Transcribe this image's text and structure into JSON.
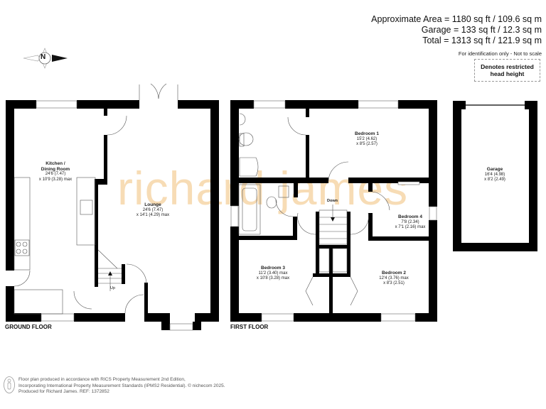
{
  "header": {
    "approx_area": "Approximate Area = 1180 sq ft / 109.6 sq m",
    "garage_area": "Garage = 133 sq ft / 12.3 sq m",
    "total_area": "Total = 1313 sq ft / 121.9 sq m",
    "note": "For identification only - Not to scale"
  },
  "legend": {
    "line1": "Denotes restricted",
    "line2": "head height"
  },
  "compass": {
    "label": "N",
    "icon": "compass-north-icon"
  },
  "watermark": "richard james",
  "ground_floor": {
    "label": "GROUND FLOOR",
    "rooms": [
      {
        "name": "Kitchen /",
        "name2": "Dining Room",
        "dim1": "24'6 (7.47)",
        "dim2": "x 10'9 (3.28) max"
      },
      {
        "name": "Lounge",
        "dim1": "24'6 (7.47)",
        "dim2": "x 14'1 (4.29) max"
      }
    ],
    "stairs_label": "Up"
  },
  "first_floor": {
    "label": "FIRST FLOOR",
    "rooms": [
      {
        "name": "Bedroom 1",
        "dim1": "15'2 (4.62)",
        "dim2": "x 8'5 (2.57)"
      },
      {
        "name": "Bedroom 4",
        "dim1": "7'8 (2.34)",
        "dim2": "x 7'1 (2.16) max"
      },
      {
        "name": "Bedroom 3",
        "dim1": "11'2 (3.40) max",
        "dim2": "x 10'8 (3.28) max"
      },
      {
        "name": "Bedroom 2",
        "dim1": "12'4 (3.76) max",
        "dim2": "x 8'3 (2.51)"
      }
    ],
    "stairs_label": "Down"
  },
  "garage": {
    "name": "Garage",
    "dim1": "16'4 (4.98)",
    "dim2": "x 8'2 (2.49)"
  },
  "footer": {
    "line1": "Floor plan produced in accordance with RICS Property Measurement 2nd Edition,",
    "line2": "Incorporating International Property Measurement Standards (IPMS2 Residential).  © nichecom 2025.",
    "line3": "Produced for Richard James.   REF:  1372852"
  },
  "colors": {
    "wall": "#000000",
    "watermark": "#f7dcb5",
    "fixture": "#555555"
  }
}
